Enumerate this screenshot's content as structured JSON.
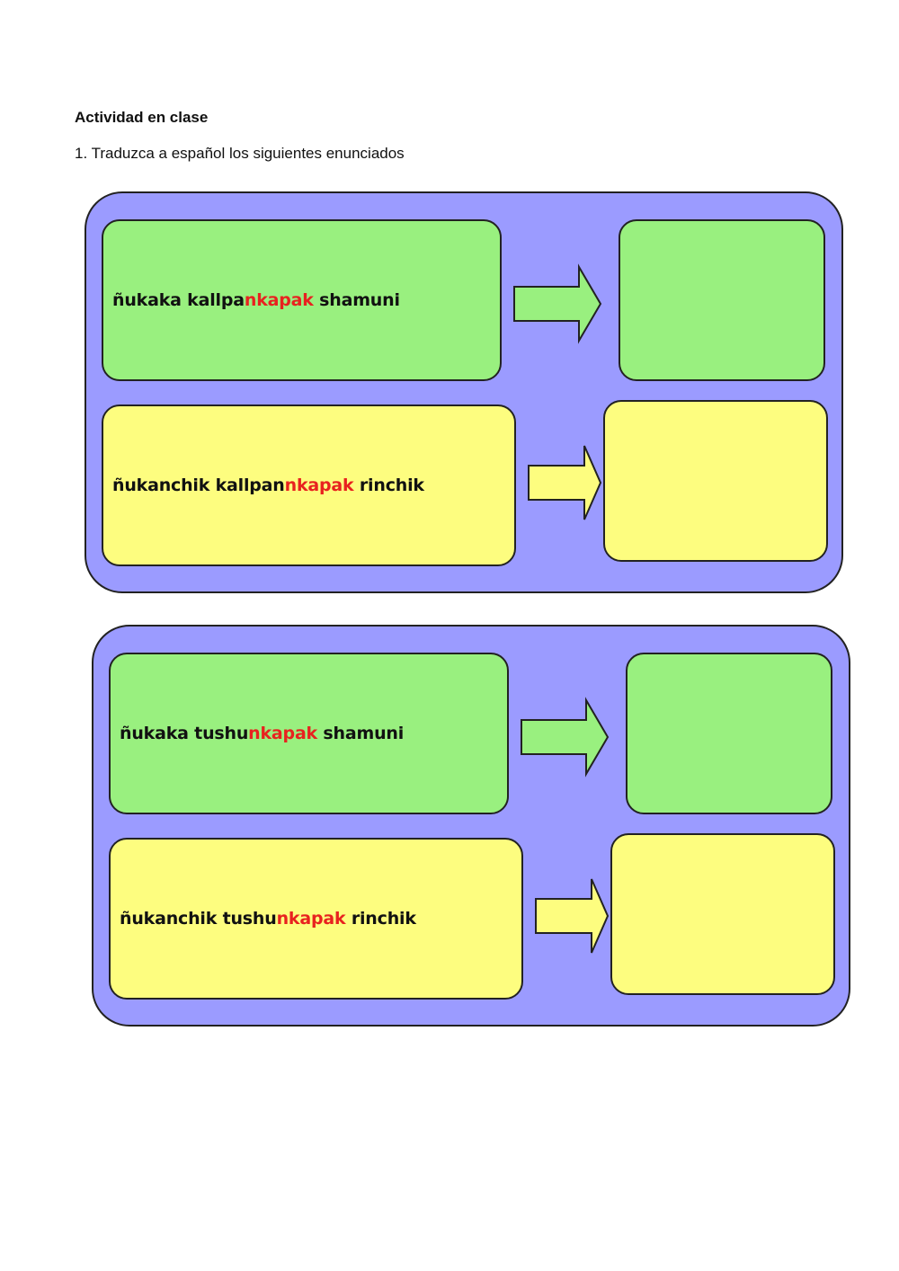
{
  "heading": "Actividad en clase",
  "instruction": "1. Traduzca a español los siguientes enunciados",
  "colors": {
    "panel": "#9b9bff",
    "green": "#99f07f",
    "yellow": "#fdfd7f",
    "suffix": "#e8221f"
  },
  "panels": [
    {
      "rows": [
        {
          "color": "green",
          "pre": "ñukaka kallpa",
          "suffix": "nkapak",
          "post": " shamuni",
          "answer": ""
        },
        {
          "color": "yellow",
          "pre": "ñukanchik kallpan",
          "suffix": "nkapak",
          "post": " rinchik",
          "answer": ""
        }
      ]
    },
    {
      "rows": [
        {
          "color": "green",
          "pre": "ñukaka tushu",
          "suffix": "nkapak",
          "post": " shamuni",
          "answer": ""
        },
        {
          "color": "yellow",
          "pre": "ñukanchik tushu",
          "suffix": "nkapak",
          "post": " rinchik",
          "answer": ""
        }
      ]
    }
  ]
}
